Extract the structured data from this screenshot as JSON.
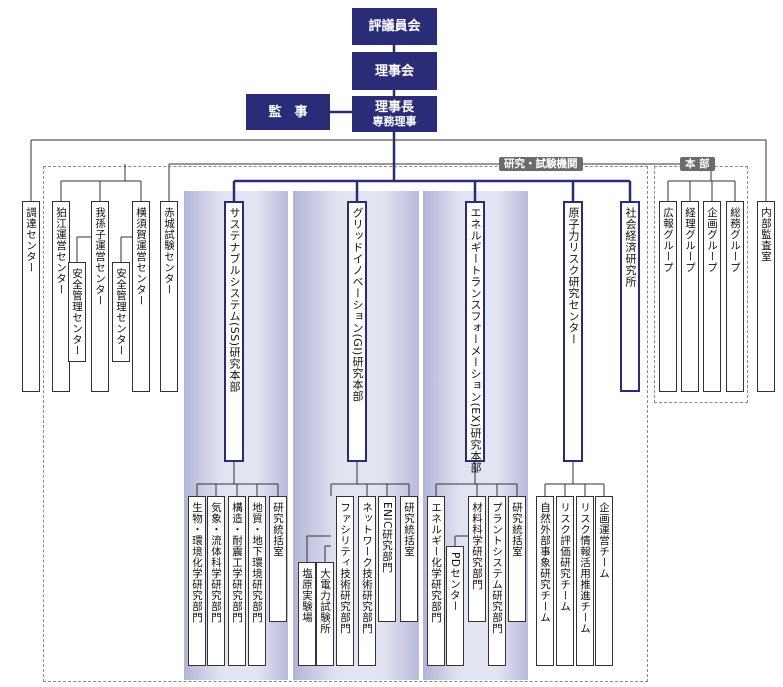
{
  "top": {
    "council": "評議員会",
    "board": "理事会",
    "auditor": "監　事",
    "chairman": "理事長",
    "executive": "専務理事"
  },
  "groups": {
    "research": "研究・試験機関",
    "headquarters": "本 部"
  },
  "left_units": {
    "procurement": "調達センター",
    "komae": "狛江運営センター",
    "abiko": "我孫子運営センター",
    "abiko_safety": "安全管理センター",
    "yokosuka": "横須賀運営センター",
    "yokosuka_safety": "安全管理センター",
    "akagi": "赤城試験センター"
  },
  "ss": {
    "name": "サステナブルシステム(SS)研究本部",
    "depts": [
      "生物・環境化学研究部門",
      "気象・流体科学研究部門",
      "構造・耐震工学研究部門",
      "地質・地下環境研究部門",
      "研究統括室"
    ]
  },
  "gi": {
    "name": "グリッドイノベーション(GI)研究本部",
    "depts": [
      "塩原実験場",
      "大電力試験所",
      "ファシリティ技術研究部門",
      "ネットワーク技術研究部門",
      "ENIC研究部門",
      "研究統括室"
    ]
  },
  "ex": {
    "name": "エネルギートランスフォーメーション(EX)研究本部",
    "depts": [
      "エネルギー化学研究部門",
      "PDセンター",
      "材料科学研究部門",
      "プラントシステム研究部門",
      "研究統括室"
    ]
  },
  "nrrc": {
    "name": "原子力リスク研究センター",
    "teams": [
      "自然外部事象研究チーム",
      "リスク評価研究チーム",
      "リスク情報活用推進チーム",
      "企画運営チーム"
    ]
  },
  "seri": {
    "name": "社会経済研究所"
  },
  "hq": {
    "groups": [
      "広報グループ",
      "経理グループ",
      "企画グループ",
      "総務グループ"
    ],
    "audit": "内部監査室"
  },
  "colors": {
    "navy": "#2a2c77",
    "line": "#333333",
    "panel": "#d7d8ec"
  }
}
